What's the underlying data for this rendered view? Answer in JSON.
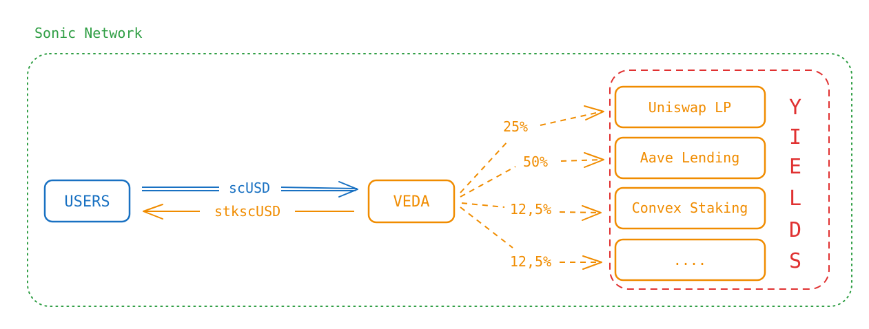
{
  "network": {
    "label": "Sonic Network"
  },
  "users": {
    "label": "USERS"
  },
  "veda": {
    "label": "VEDA"
  },
  "flows": {
    "deposit_token": "scUSD",
    "receipt_token": "stkscUSD"
  },
  "allocations": [
    {
      "percent": "25%",
      "strategy": "Uniswap LP"
    },
    {
      "percent": "50%",
      "strategy": "Aave Lending"
    },
    {
      "percent": "12,5%",
      "strategy": "Convex Staking"
    },
    {
      "percent": "12,5%",
      "strategy": "...."
    }
  ],
  "yields": {
    "letters": [
      "Y",
      "I",
      "E",
      "L",
      "D",
      "S"
    ]
  },
  "colors": {
    "network": "#2f9e44",
    "users": "#1971c2",
    "veda": "#f08c00",
    "yields": "#e03131"
  }
}
